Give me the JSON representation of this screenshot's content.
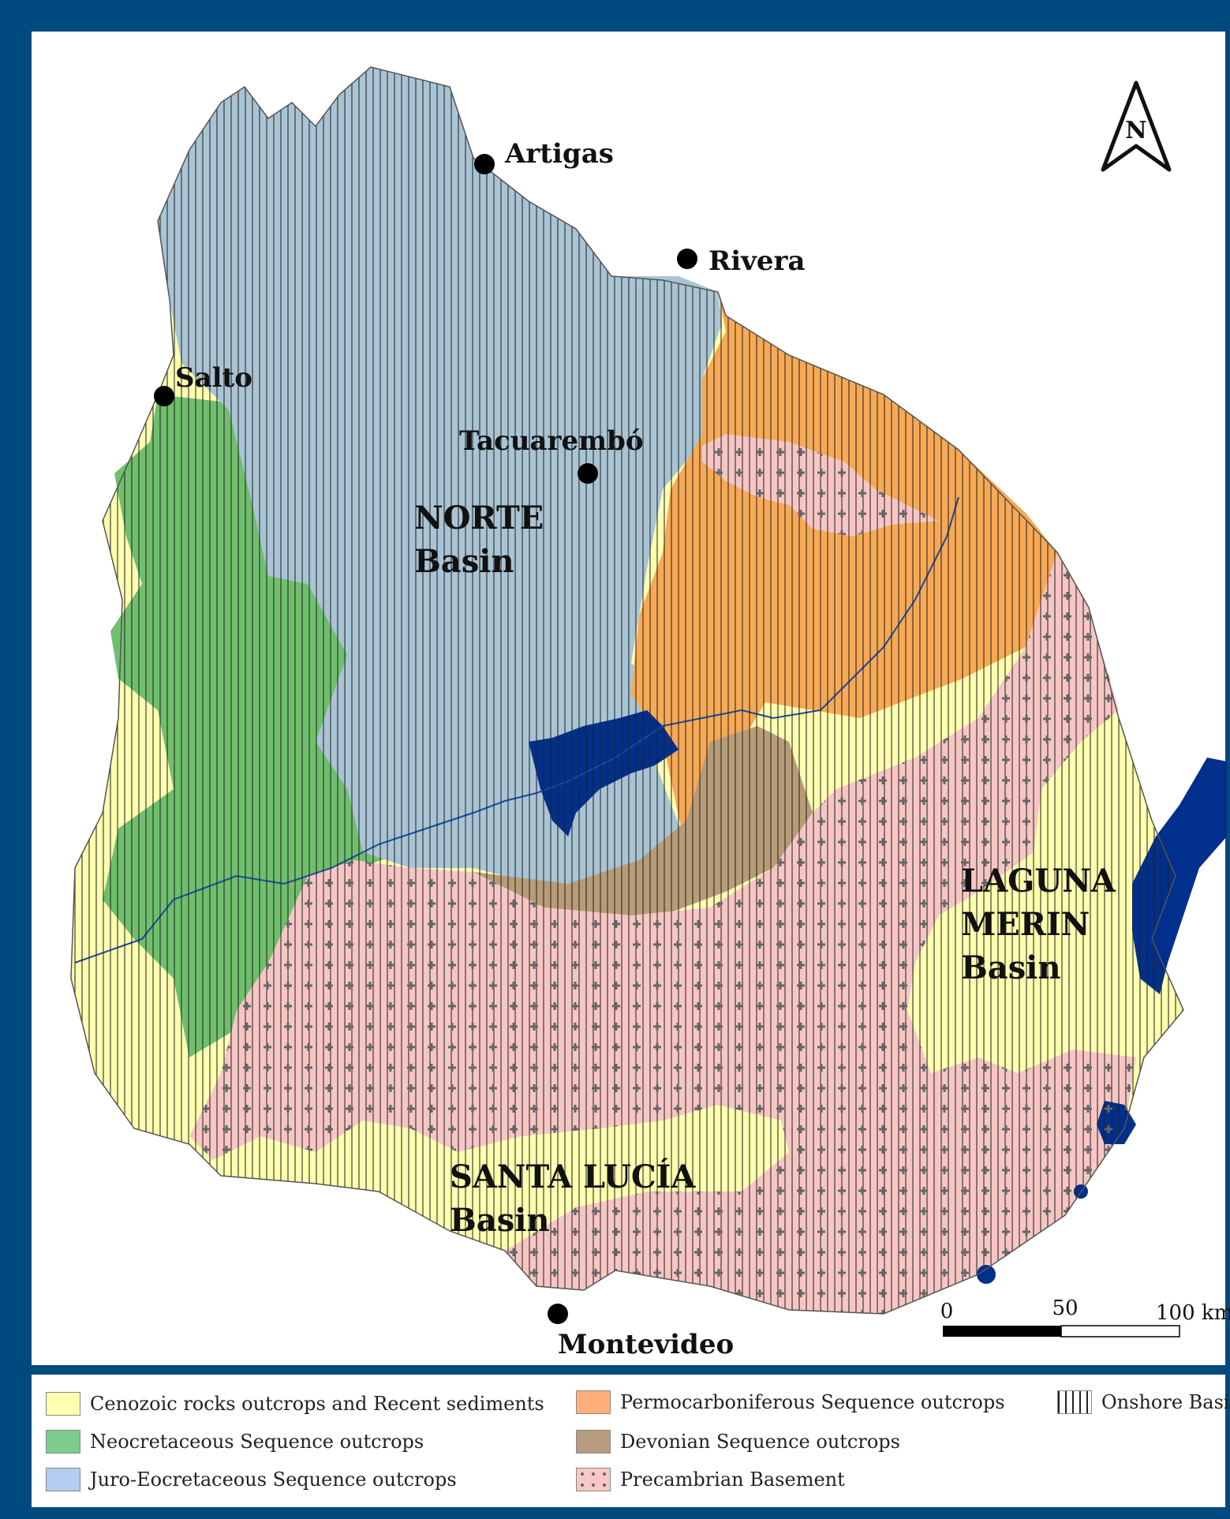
{
  "cities": [
    {
      "key": "artigas",
      "label": "Artigas"
    },
    {
      "key": "rivera",
      "label": "Rivera"
    },
    {
      "key": "salto",
      "label": "Salto"
    },
    {
      "key": "tacuarembo",
      "label": "Tacuarembó"
    },
    {
      "key": "montevideo",
      "label": "Montevideo"
    }
  ],
  "basins": {
    "norte": {
      "line1": "NORTE",
      "line2": "Basin"
    },
    "laguna_merin": {
      "line1": "LAGUNA",
      "line2": "MERIN",
      "line3": "Basin"
    },
    "santa_lucia": {
      "line1": "SANTA LUCÍA",
      "line2": "Basin"
    }
  },
  "north_arrow": {
    "label": "N"
  },
  "scale_bar": {
    "ticks": [
      "0",
      "50",
      "100 km"
    ]
  },
  "legend": {
    "items": [
      {
        "label": "Cenozoic rocks outcrops and Recent sediments",
        "color": "#ffffb0"
      },
      {
        "label": "Neocretaceous Sequence outcrops",
        "color": "#7ccd8c"
      },
      {
        "label": "Juro-Eocretaceous Sequence outcrops",
        "color": "#b3cdf0"
      },
      {
        "label": "Permocarboniferous Sequence outcrops",
        "color": "#ffb07a"
      },
      {
        "label": "Devonian Sequence outcrops",
        "color": "#b89c80"
      },
      {
        "label": "Precambrian Basement",
        "color": "#f9c8c4"
      },
      {
        "label": "Onshore Basi",
        "color": "#ffffff"
      }
    ]
  },
  "colors": {
    "cenozoic": "#ffffb0",
    "neocretaceous": "#6fbf6c",
    "juro_eocretaceous": "#a9c4d4",
    "permocarboniferous": "#f8a955",
    "devonian": "#b79c77",
    "precambrian": "#f7c6c4",
    "water": "#002f8c",
    "frame": "#004a80"
  }
}
